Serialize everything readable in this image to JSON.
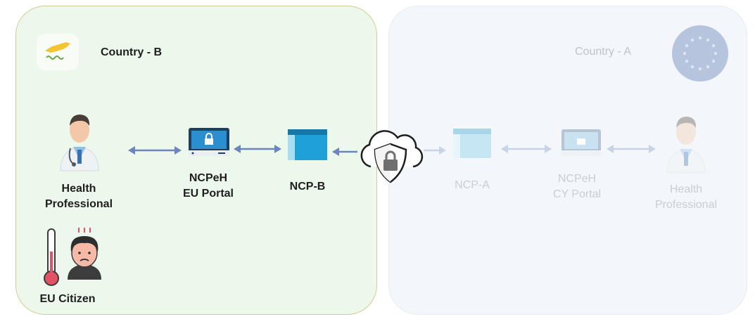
{
  "country_b": {
    "title": "Country - B",
    "nodes": {
      "health_professional": "Health\nProfessional",
      "ncpeh_portal_line1": "NCPeH",
      "ncpeh_portal_line2": "EU Portal",
      "ncp": "NCP-B",
      "eu_citizen": "EU Citizen"
    }
  },
  "country_a": {
    "title": "Country - A",
    "nodes": {
      "ncp": "NCP-A",
      "ncpeh_portal_line1": "NCPeH",
      "ncpeh_portal_line2": "CY Portal",
      "health_professional_line1": "Health",
      "health_professional_line2": "Professional"
    }
  },
  "hp_b_line1": "Health",
  "hp_b_line2": "Professional",
  "colors": {
    "panel_b_fill": "#ecf8ec",
    "panel_b_border": "#d8c990",
    "panel_a_fill": "#f3f7fb",
    "arrow": "#6d84bf",
    "arrow_faded": "#c9d3e6",
    "eu_flag": "#b6c4de",
    "cyprus_flag": "#f4c430"
  },
  "icons": [
    "cyprus-flag-icon",
    "eu-flag-icon",
    "doctor-icon",
    "monitor-lock-icon",
    "browser-window-icon",
    "cloud-shield-lock-icon",
    "thermometer-icon",
    "sick-person-icon"
  ]
}
